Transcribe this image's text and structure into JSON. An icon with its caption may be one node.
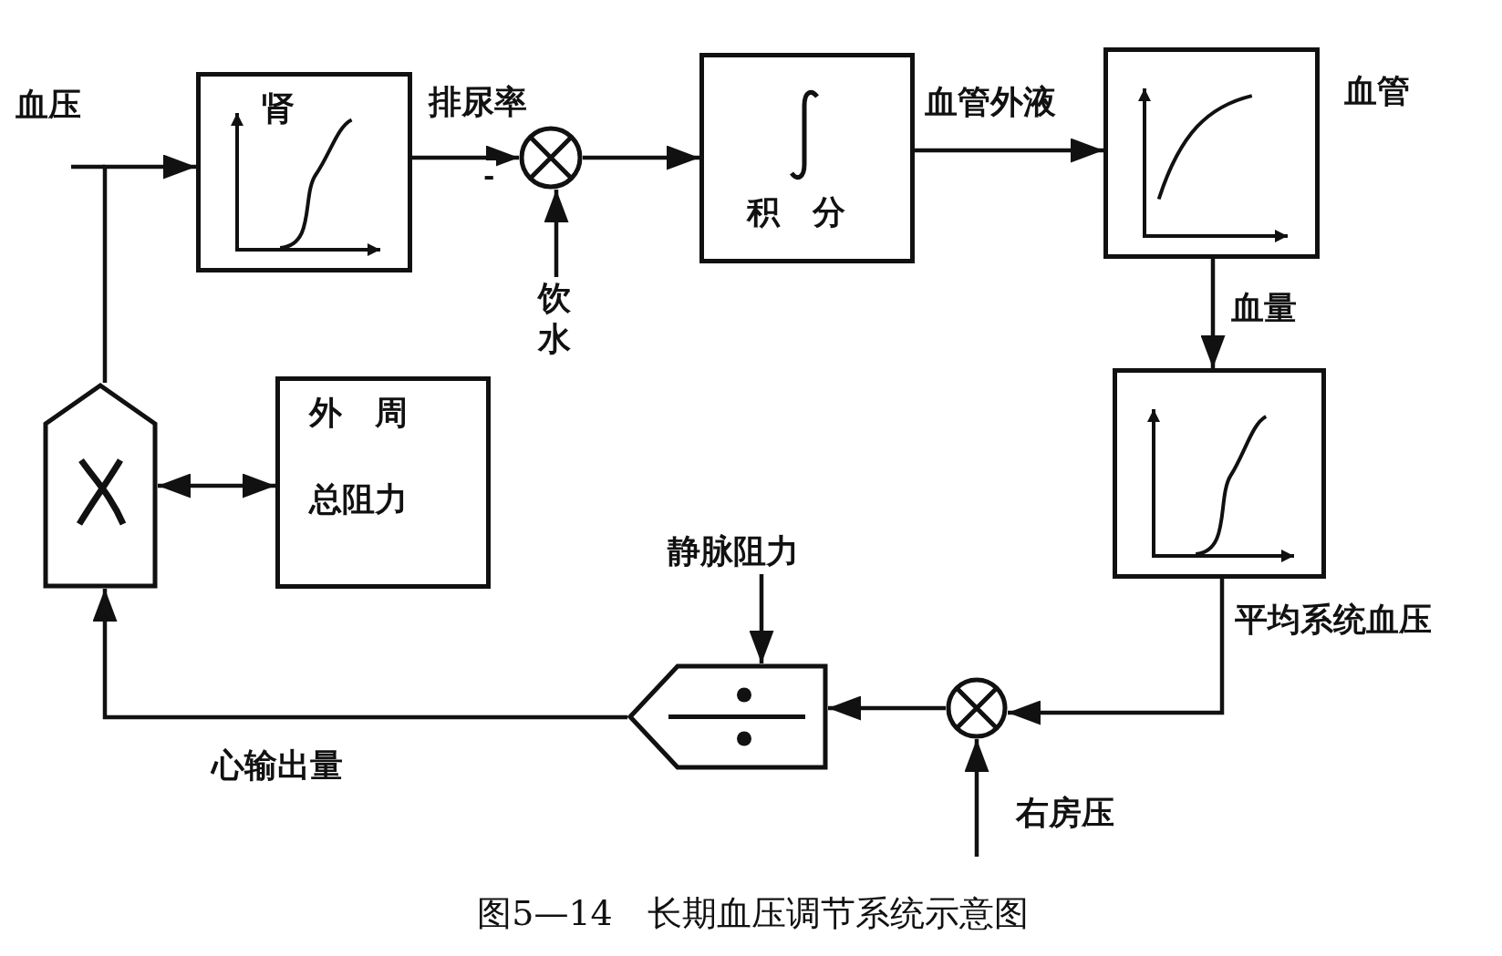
{
  "diagram": {
    "caption": "图5—14　长期血压调节系统示意图",
    "nodes": [
      {
        "text": [
          "肾"
        ]
      },
      {
        "text": [],
        "shape": "circle"
      },
      {
        "text": [
          "积　分"
        ]
      },
      {
        "text": [
          "血管"
        ]
      },
      {
        "text": [],
        "shape": "box"
      },
      {
        "text": [],
        "shape": "circle"
      },
      {
        "text": [],
        "shape": "pentagon"
      },
      {
        "text": [],
        "shape": "pentagon"
      },
      {
        "text": [
          "外　周",
          "总阻力"
        ]
      },
      {
        "text": [
          "饮水"
        ]
      },
      {
        "text": [
          "静脉阻力"
        ]
      }
    ],
    "edges": [
      {
        "from": 6,
        "to": 0,
        "arrow": "to",
        "label": "血压"
      },
      {
        "from": 0,
        "to": 1,
        "arrow": "to",
        "label": "排尿率"
      },
      {
        "from": 1,
        "to": 2,
        "arrow": "to"
      },
      {
        "from": 2,
        "to": 3,
        "arrow": "to",
        "label": "血管外液"
      },
      {
        "from": 3,
        "to": 4,
        "arrow": "to",
        "label": "血量"
      },
      {
        "from": 4,
        "to": 5,
        "arrow": "to",
        "label": "平均系统血压"
      },
      {
        "from": null,
        "to": 5,
        "arrow": "to",
        "label": "右房压"
      },
      {
        "from": 5,
        "to": 7,
        "arrow": "to"
      },
      {
        "from": 10,
        "to": 7,
        "arrow": "to"
      },
      {
        "from": 7,
        "to": 6,
        "arrow": "to",
        "label": "心输出量"
      },
      {
        "from": 6,
        "to": 8,
        "arrow": "both"
      },
      {
        "from": 9,
        "to": 1,
        "arrow": "to"
      }
    ],
    "labels": [
      "-"
    ]
  }
}
